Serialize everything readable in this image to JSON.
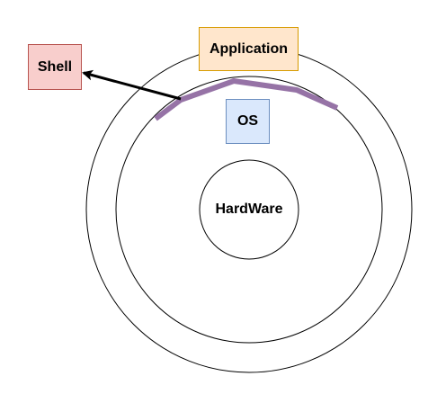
{
  "labels": {
    "shell": "Shell",
    "application": "Application",
    "os": "OS",
    "hardware": "HardWare"
  },
  "colors": {
    "shell_fill": "#f8cecc",
    "shell_stroke": "#b85450",
    "application_fill": "#ffe6cc",
    "application_stroke": "#d79b00",
    "os_fill": "#dae8fc",
    "os_stroke": "#6c8ebf",
    "shell_curve": "#9673a6",
    "arrow": "#000000"
  }
}
